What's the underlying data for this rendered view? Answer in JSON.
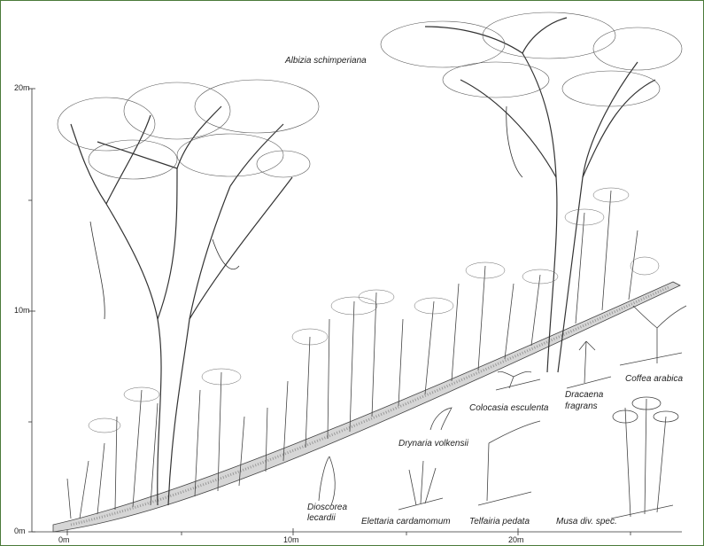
{
  "y_axis_labels": [
    "20m",
    "10m",
    "0m"
  ],
  "x_axis_labels": [
    "0m",
    "10m",
    "20m"
  ],
  "species_labels": {
    "albizia": "Albizia schimperiana",
    "coffea": "Coffea arabica",
    "dracaena_1": "Dracaena",
    "dracaena_2": "fragrans",
    "colocasia": "Colocasia esculenta",
    "drynaria": "Drynaria volkensii",
    "dioscorea_1": "Dioscorea",
    "dioscorea_2": "lecardii",
    "elettaria": "Elettaria cardamomum",
    "telfairia": "Telfairia pedata",
    "musa": "Musa div. spec."
  },
  "colors": {
    "frame": "#4a7a3a",
    "ink": "#222222",
    "ground": "#d9d9d9"
  }
}
